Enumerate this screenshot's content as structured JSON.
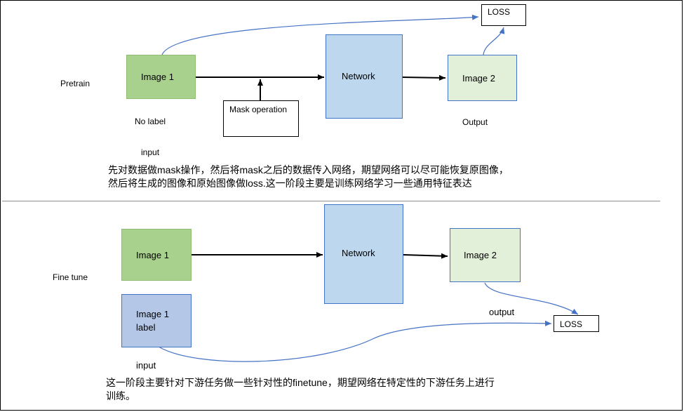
{
  "pretrain": {
    "section_label": "Pretrain",
    "loss_box": "LOSS",
    "image1": "Image 1",
    "network": "Network",
    "image2": "Image 2",
    "mask_box": "Mask operation",
    "no_label": "No label",
    "input_label": "input",
    "output_label": "Output",
    "description_line1": "先对数据做mask操作，然后将mask之后的数据传入网络，期望网络可以尽可能恢复原图像，",
    "description_line2": "然后将生成的图像和原始图像做loss.这一阶段主要是训练网络学习一些通用特征表达"
  },
  "finetune": {
    "section_label": "Fine tune",
    "image1": "Image 1",
    "network": "Network",
    "image2": "Image 2",
    "label_box_line1": "Image 1",
    "label_box_line2": "label",
    "input_label": "input",
    "output_label": "output",
    "loss_box": "LOSS",
    "description_line1": "这一阶段主要针对下游任务做一些针对性的finetune，期望网络在特定性的下游任务上进行",
    "description_line2": "训练。"
  },
  "colors": {
    "image1_fill": "#a9d18e",
    "network_fill": "#bdd7ee",
    "image2_fill": "#e2f0d9",
    "label_fill": "#b4c7e7",
    "connector_blue": "#4472c4"
  }
}
